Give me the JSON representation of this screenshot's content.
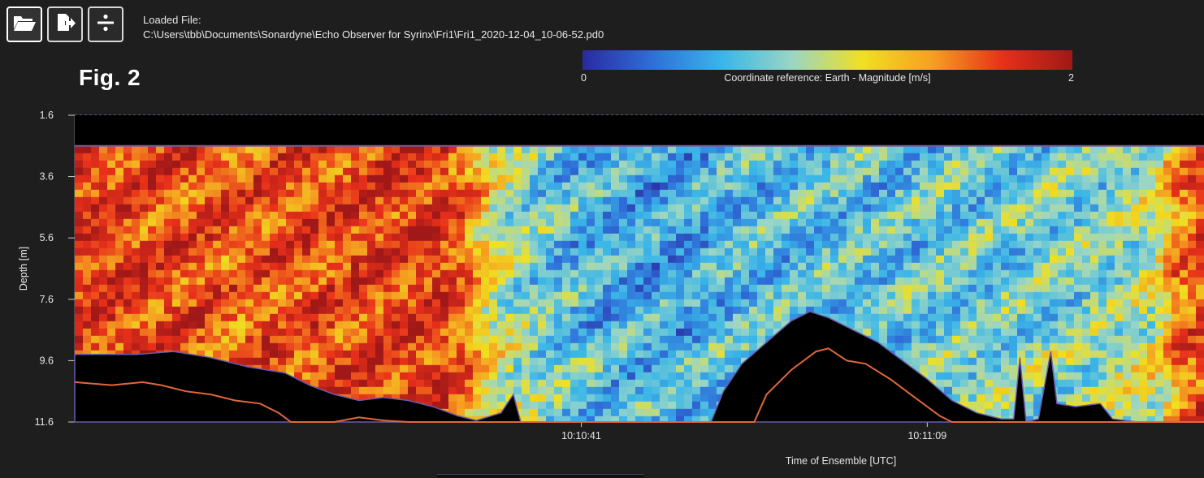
{
  "file": {
    "loaded_label": "Loaded File:",
    "path": "C:\\Users\\tbb\\Documents\\Sonardyne\\Echo Observer for Syrinx\\Fri1\\Fri1_2020-12-04_10-06-52.pd0"
  },
  "toolbar": {
    "open_icon": "folder-open-icon",
    "export_icon": "file-export-icon",
    "divide_icon": "divide-icon"
  },
  "figure_label": "Fig. 2",
  "colorbar": {
    "min_label": "0",
    "max_label": "2",
    "title": "Coordinate reference: Earth - Magnitude [m/s]",
    "colors": [
      "#2a2aa0",
      "#2f6fd8",
      "#3ab6e8",
      "#9bd6c4",
      "#f0e020",
      "#f5a020",
      "#e8301a",
      "#a01818"
    ]
  },
  "chart_data": {
    "type": "heatmap",
    "xlabel": "Time of Ensemble [UTC]",
    "ylabel": "Depth [m]",
    "ylim": [
      1.6,
      11.6
    ],
    "y_inverted": true,
    "yticks": [
      {
        "value": 1.6,
        "label": "1.6"
      },
      {
        "value": 3.6,
        "label": "3.6"
      },
      {
        "value": 5.6,
        "label": "5.6"
      },
      {
        "value": 7.6,
        "label": "7.6"
      },
      {
        "value": 9.6,
        "label": "9.6"
      },
      {
        "value": 11.6,
        "label": "11.6"
      }
    ],
    "x_range_seconds": [
      0,
      91.4
    ],
    "xticks": [
      {
        "value": 41,
        "label": "10:10:41"
      },
      {
        "value": 69,
        "label": "10:11:09"
      }
    ],
    "color_range": [
      0,
      2
    ],
    "surface_depth": 2.6,
    "seabed_depth": [
      {
        "t": 0.0,
        "depth": 9.4
      },
      {
        "t": 5.0,
        "depth": 9.4
      },
      {
        "t": 8.0,
        "depth": 9.3
      },
      {
        "t": 11.0,
        "depth": 9.5
      },
      {
        "t": 14.0,
        "depth": 9.8
      },
      {
        "t": 17.0,
        "depth": 10.0
      },
      {
        "t": 19.0,
        "depth": 10.4
      },
      {
        "t": 21.0,
        "depth": 10.7
      },
      {
        "t": 23.0,
        "depth": 10.9
      },
      {
        "t": 25.0,
        "depth": 10.8
      },
      {
        "t": 27.0,
        "depth": 10.9
      },
      {
        "t": 29.0,
        "depth": 11.1
      },
      {
        "t": 31.0,
        "depth": 11.4
      },
      {
        "t": 32.5,
        "depth": 11.55
      },
      {
        "t": 34.5,
        "depth": 11.3
      },
      {
        "t": 35.5,
        "depth": 10.7
      },
      {
        "t": 36.1,
        "depth": 11.6
      },
      {
        "t": 51.5,
        "depth": 11.6
      },
      {
        "t": 52.5,
        "depth": 10.6
      },
      {
        "t": 54.0,
        "depth": 9.7
      },
      {
        "t": 56.0,
        "depth": 9.0
      },
      {
        "t": 58.0,
        "depth": 8.3
      },
      {
        "t": 59.5,
        "depth": 8.0
      },
      {
        "t": 61.0,
        "depth": 8.2
      },
      {
        "t": 63.0,
        "depth": 8.6
      },
      {
        "t": 65.0,
        "depth": 9.0
      },
      {
        "t": 67.0,
        "depth": 9.6
      },
      {
        "t": 69.0,
        "depth": 10.2
      },
      {
        "t": 71.0,
        "depth": 10.9
      },
      {
        "t": 73.0,
        "depth": 11.3
      },
      {
        "t": 75.0,
        "depth": 11.5
      },
      {
        "t": 76.0,
        "depth": 11.5
      },
      {
        "t": 76.5,
        "depth": 9.5
      },
      {
        "t": 77.0,
        "depth": 11.6
      },
      {
        "t": 78.0,
        "depth": 11.5
      },
      {
        "t": 79.0,
        "depth": 9.3
      },
      {
        "t": 79.5,
        "depth": 11.0
      },
      {
        "t": 81.0,
        "depth": 11.1
      },
      {
        "t": 83.0,
        "depth": 11.0
      },
      {
        "t": 84.0,
        "depth": 11.5
      },
      {
        "t": 86.0,
        "depth": 11.6
      },
      {
        "t": 91.4,
        "depth": 11.6
      }
    ],
    "bottom_line_depth": [
      {
        "t": 0.0,
        "depth": 10.3
      },
      {
        "t": 3.0,
        "depth": 10.4
      },
      {
        "t": 5.5,
        "depth": 10.3
      },
      {
        "t": 7.0,
        "depth": 10.4
      },
      {
        "t": 9.0,
        "depth": 10.6
      },
      {
        "t": 11.0,
        "depth": 10.7
      },
      {
        "t": 13.0,
        "depth": 10.9
      },
      {
        "t": 15.0,
        "depth": 11.0
      },
      {
        "t": 16.5,
        "depth": 11.3
      },
      {
        "t": 17.5,
        "depth": 11.6
      },
      {
        "t": 21.0,
        "depth": 11.6
      },
      {
        "t": 23.0,
        "depth": 11.45
      },
      {
        "t": 25.0,
        "depth": 11.55
      },
      {
        "t": 27.0,
        "depth": 11.6
      },
      {
        "t": 55.0,
        "depth": 11.6
      },
      {
        "t": 56.0,
        "depth": 10.7
      },
      {
        "t": 58.0,
        "depth": 9.9
      },
      {
        "t": 60.0,
        "depth": 9.3
      },
      {
        "t": 61.0,
        "depth": 9.2
      },
      {
        "t": 62.5,
        "depth": 9.6
      },
      {
        "t": 64.0,
        "depth": 9.7
      },
      {
        "t": 66.0,
        "depth": 10.2
      },
      {
        "t": 68.0,
        "depth": 10.8
      },
      {
        "t": 70.0,
        "depth": 11.4
      },
      {
        "t": 71.0,
        "depth": 11.6
      },
      {
        "t": 91.4,
        "depth": 11.6
      }
    ],
    "magnitude_profile": [
      {
        "t": 0.0,
        "m": 1.72
      },
      {
        "t": 6.0,
        "m": 1.68
      },
      {
        "t": 12.0,
        "m": 1.6
      },
      {
        "t": 18.0,
        "m": 1.64
      },
      {
        "t": 24.0,
        "m": 1.7
      },
      {
        "t": 30.0,
        "m": 1.74
      },
      {
        "t": 32.0,
        "m": 1.45
      },
      {
        "t": 34.0,
        "m": 1.05
      },
      {
        "t": 36.0,
        "m": 0.85
      },
      {
        "t": 38.0,
        "m": 0.7
      },
      {
        "t": 42.0,
        "m": 0.55
      },
      {
        "t": 48.0,
        "m": 0.5
      },
      {
        "t": 54.0,
        "m": 0.62
      },
      {
        "t": 60.0,
        "m": 0.66
      },
      {
        "t": 66.0,
        "m": 0.68
      },
      {
        "t": 72.0,
        "m": 0.72
      },
      {
        "t": 78.0,
        "m": 0.75
      },
      {
        "t": 84.0,
        "m": 0.82
      },
      {
        "t": 87.5,
        "m": 1.0
      },
      {
        "t": 89.0,
        "m": 1.45
      },
      {
        "t": 91.4,
        "m": 1.65
      }
    ]
  }
}
